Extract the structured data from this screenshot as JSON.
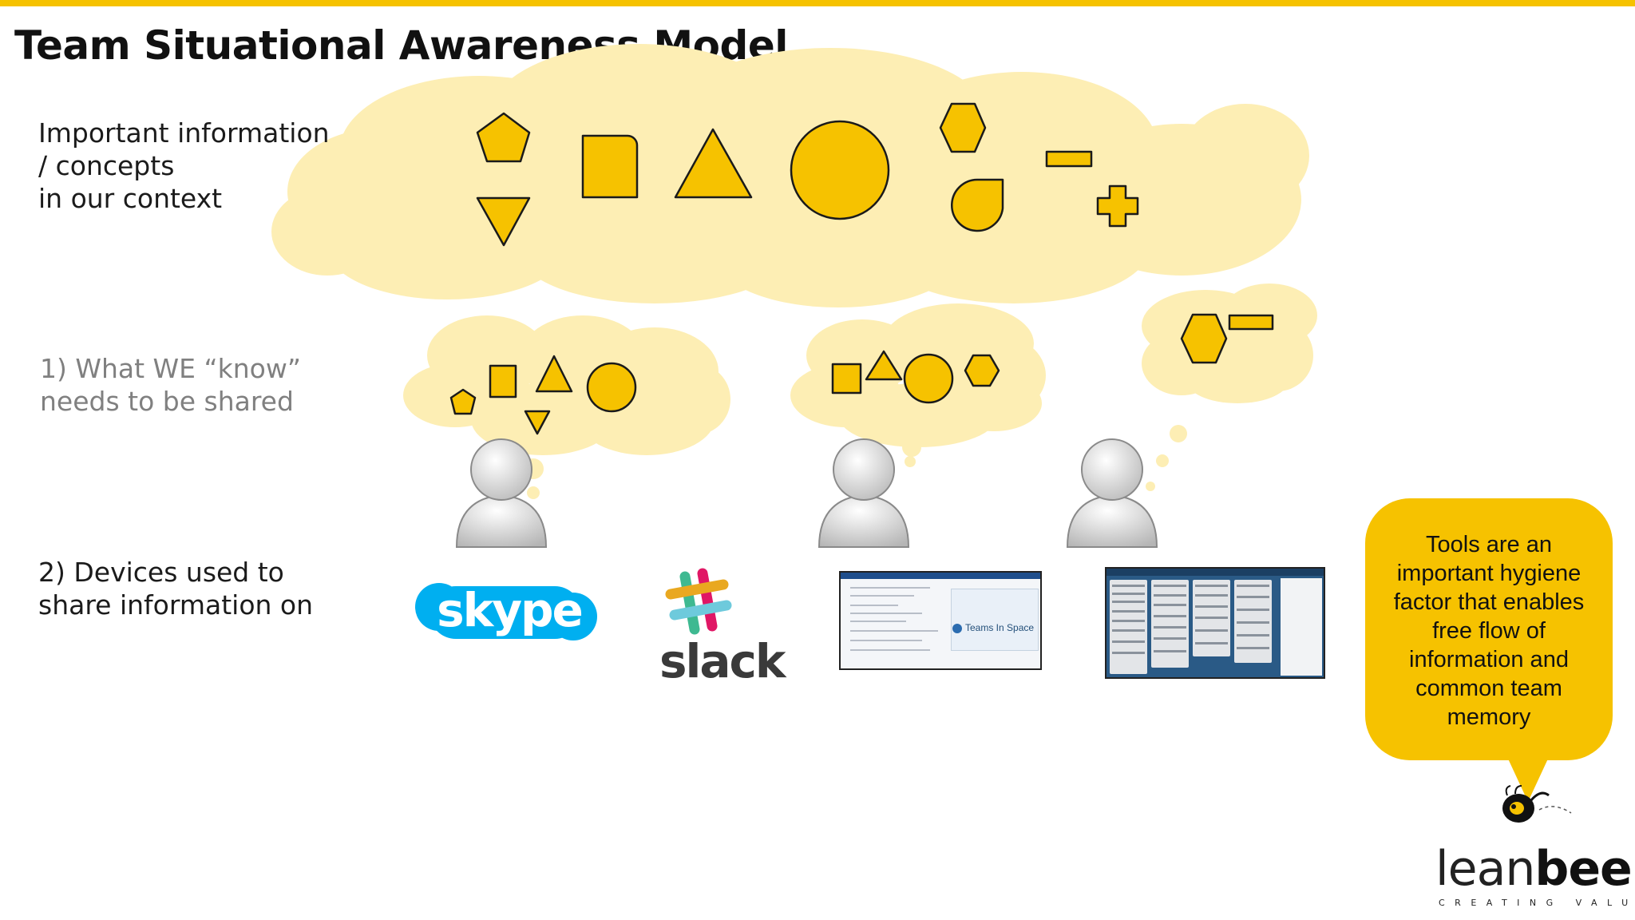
{
  "slide": {
    "title": "Team Situational Awareness Model",
    "labels": {
      "concepts": "Important information\n / concepts\nin our context",
      "know": "1) What WE “know”\nneeds to be shared",
      "devices": "2) Devices used to\nshare information on"
    },
    "callout": "Tools are an important hygiene factor that enables free flow of information and common team memory"
  },
  "tools": {
    "skype_logo": "skype",
    "slack_logo": "slack",
    "confluence_screenshot_text": "Teams In Space"
  },
  "brand": {
    "logo_light": "lean",
    "logo_bold": "bee",
    "tagline": "CREATING VALUE"
  },
  "colors": {
    "accent": "#f6c200",
    "cloud": "#fdeeb4",
    "shape_fill": "#f6c200",
    "shape_stroke": "#1a1a1a"
  },
  "icons": {
    "people": [
      "person-icon",
      "person-icon",
      "person-icon"
    ],
    "shapes": [
      "pentagon-icon",
      "rounded-square-icon",
      "triangle-icon",
      "circle-icon",
      "hexagon-icon",
      "bar-icon",
      "inverted-triangle-icon",
      "droplet-icon",
      "cross-icon"
    ]
  }
}
